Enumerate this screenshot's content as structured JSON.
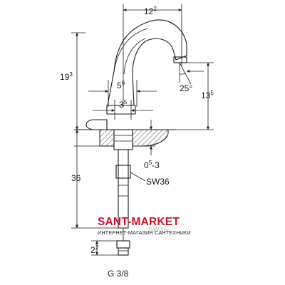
{
  "dimensions": {
    "spout_reach": {
      "main": "12",
      "sup": "2"
    },
    "total_height": {
      "main": "19",
      "sup": "3"
    },
    "spout_height": {
      "main": "13",
      "sup": "5"
    },
    "angle": "25°",
    "base_outer": {
      "main": "5",
      "sup": "6"
    },
    "base_inner": {
      "main": "3",
      "sup": "5"
    },
    "counter_range": {
      "main": "0",
      "sup": "5",
      "suffix": "-3"
    },
    "wrench_size": "SW36",
    "tail_length": "36",
    "connector_length": {
      "main": "2",
      "sup": "2"
    },
    "thread": "G 3/8",
    "hose_marking": "SW15"
  },
  "watermark": {
    "brand": "SANT-MARKET",
    "tagline": "ИНТЕРНЕТ-МАГАЗИН САНТЕХНИКИ",
    "brand_color": "#c8102e"
  }
}
